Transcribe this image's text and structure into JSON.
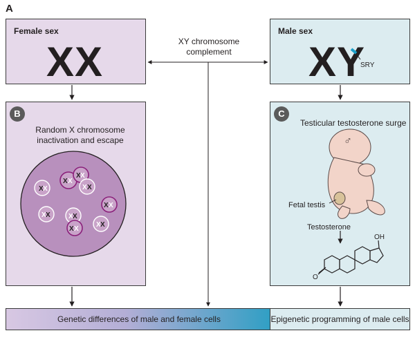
{
  "panel_labels": {
    "a": "A",
    "b": "B",
    "c": "C"
  },
  "female_box": {
    "title": "Female sex",
    "chromosomes": "XX"
  },
  "male_box": {
    "title": "Male sex",
    "chromosomes": "XY",
    "gene_label": "SRY"
  },
  "center_label": {
    "line1": "XY chromosome",
    "line2": "complement"
  },
  "panel_b": {
    "line1": "Random X chromosome",
    "line2": "inactivation and escape",
    "nucleus_letter": "X"
  },
  "panel_c": {
    "title": "Testicular testosterone surge",
    "fetal_testis": "Fetal testis",
    "testosterone": "Testosterone",
    "male_symbol": "♂",
    "oh_label": "OH",
    "o_label": "O"
  },
  "bottom": {
    "left": "Genetic differences of male and female cells",
    "right": "Epigenetic programming of male cells"
  },
  "colors": {
    "female_fill": "#e6d9ea",
    "male_fill": "#dcecf0",
    "nucleus_fill": "#b890bd",
    "active_ring": "#8a1f7a",
    "sry_blue": "#1a9fc9",
    "gradient_start": "#d8c8e3",
    "gradient_end": "#2f9fc4"
  }
}
